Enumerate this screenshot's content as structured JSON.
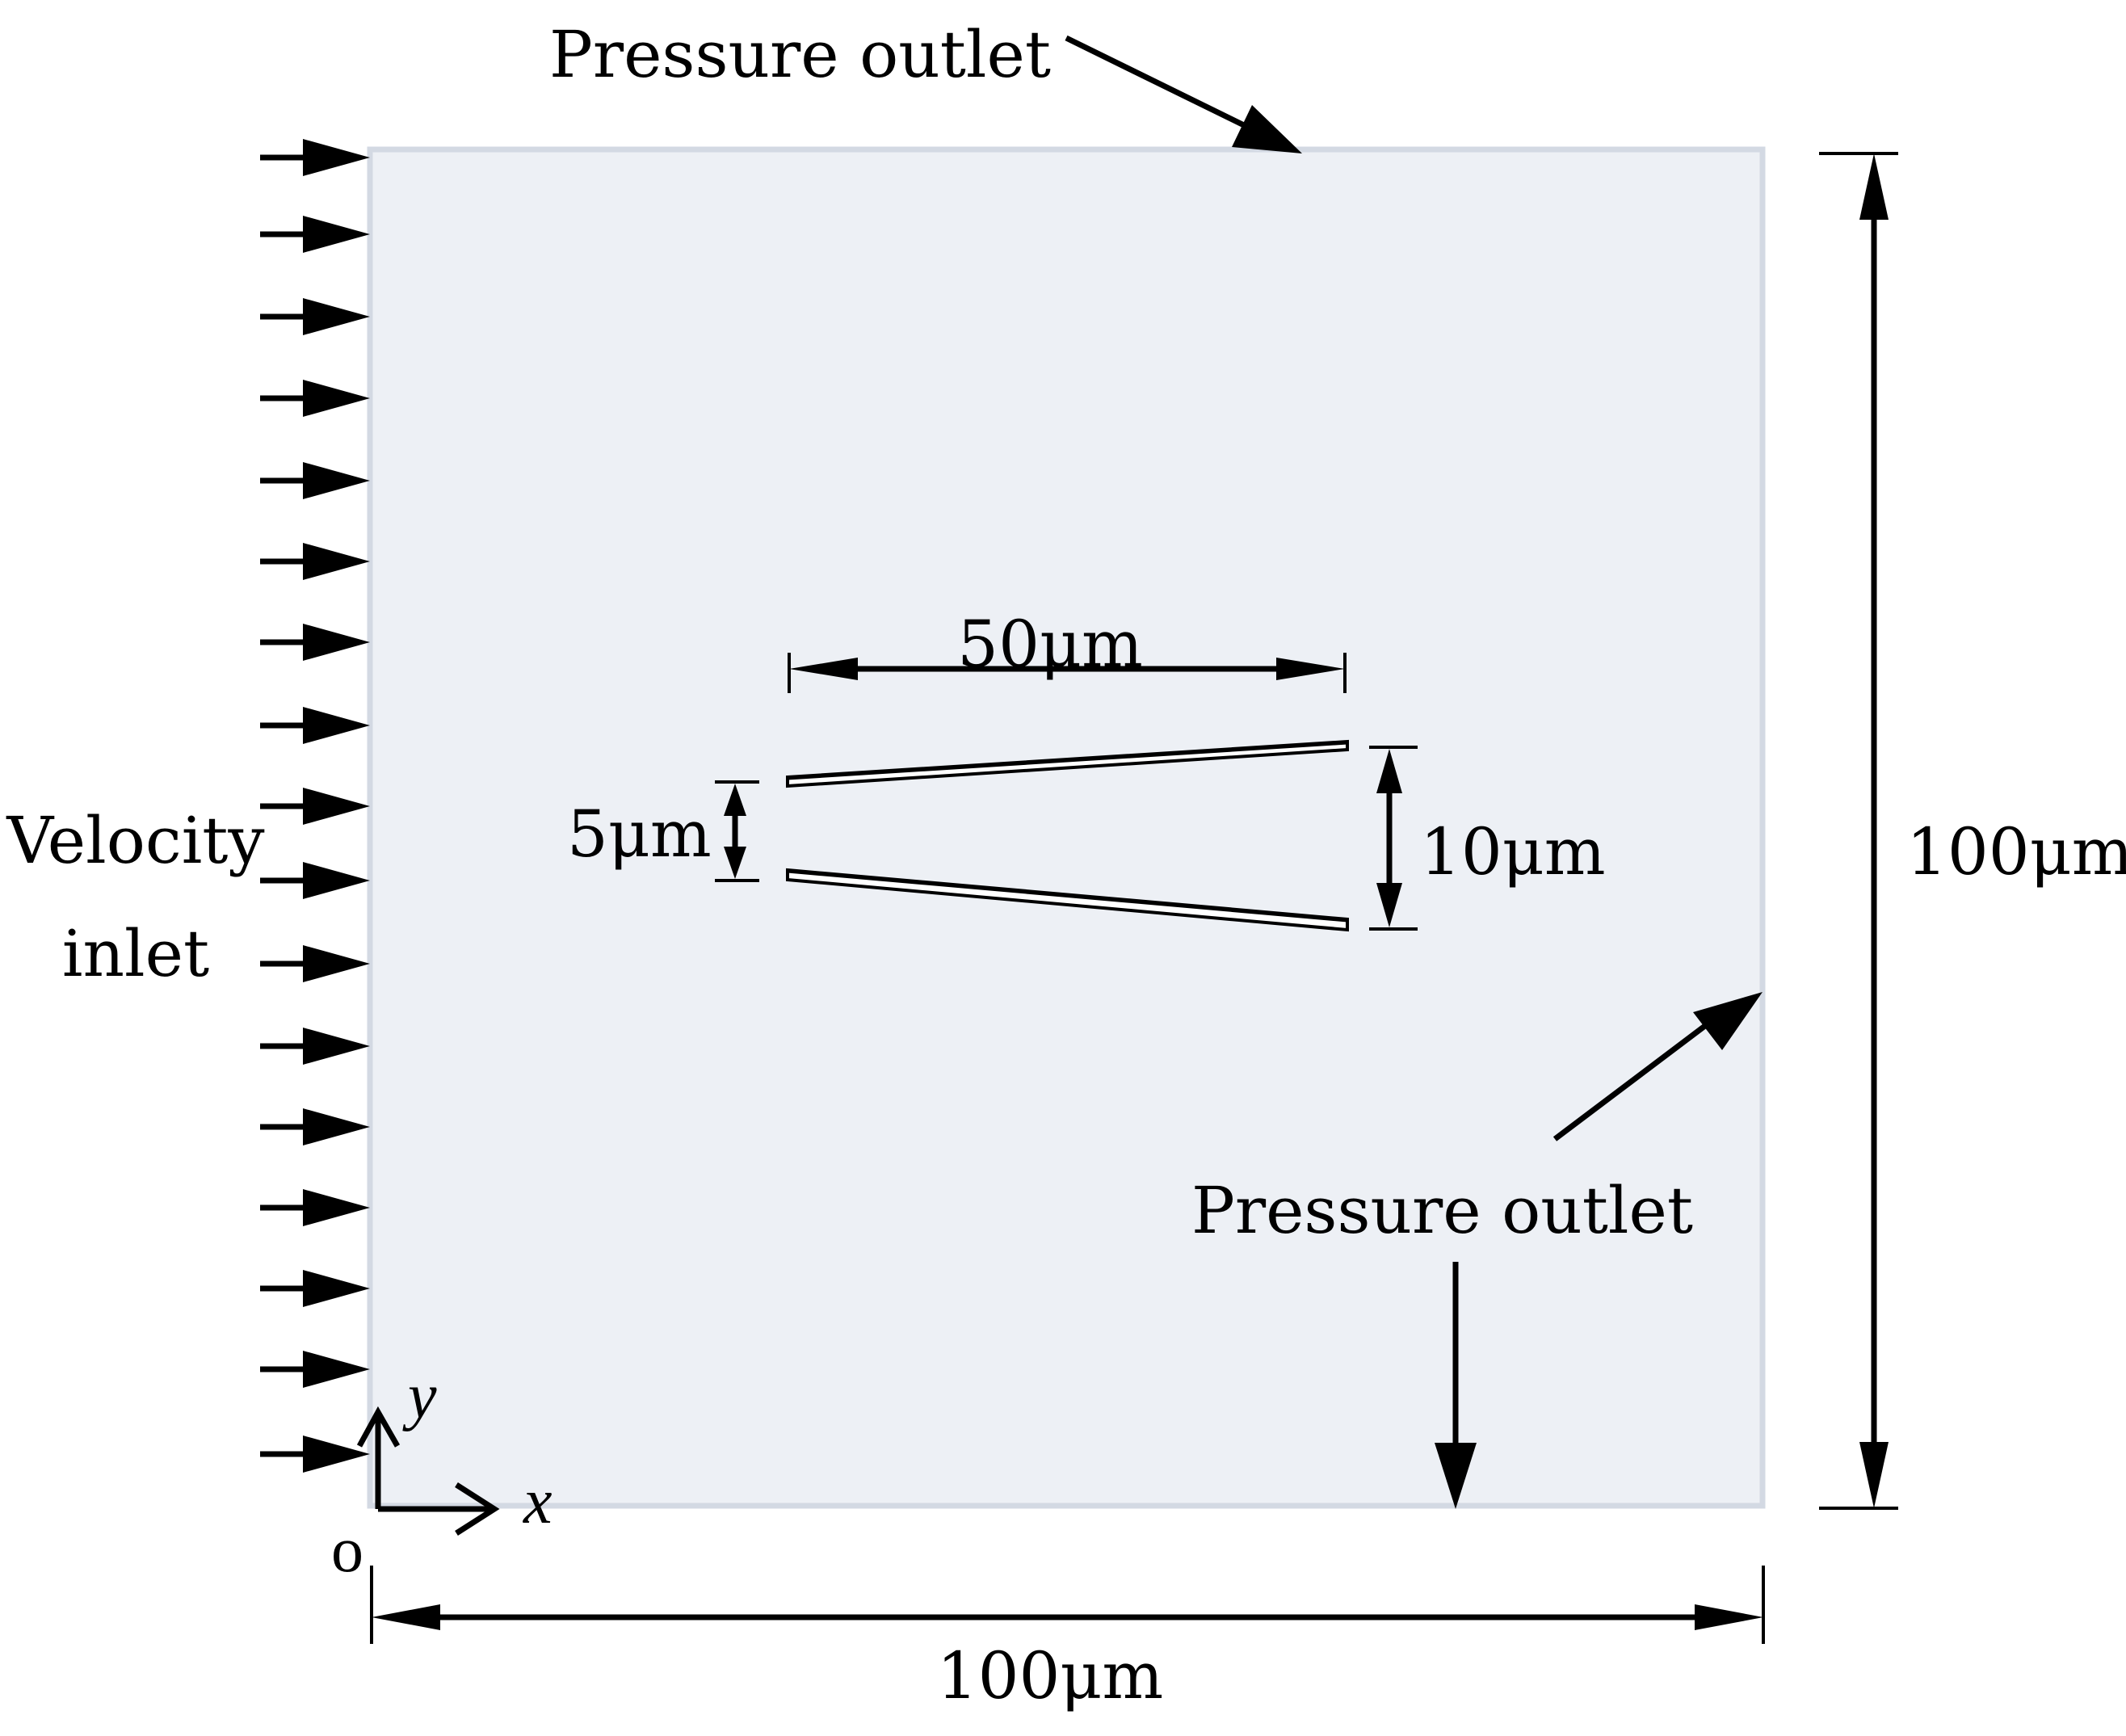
{
  "labels": {
    "top_outlet": "Pressure outlet",
    "right_outlet": "Pressure outlet",
    "inlet_line1": "Velocity",
    "inlet_line2": "inlet",
    "length_50": "50μm",
    "gap_5": "5μm",
    "gap_10": "10μm",
    "height_100": "100μm",
    "width_100": "100μm",
    "axis_x": "x",
    "axis_y": "y",
    "origin": "o"
  },
  "colors": {
    "domain_fill": "#edf0f5",
    "domain_border": "#d3d9e3",
    "line": "#000000"
  }
}
